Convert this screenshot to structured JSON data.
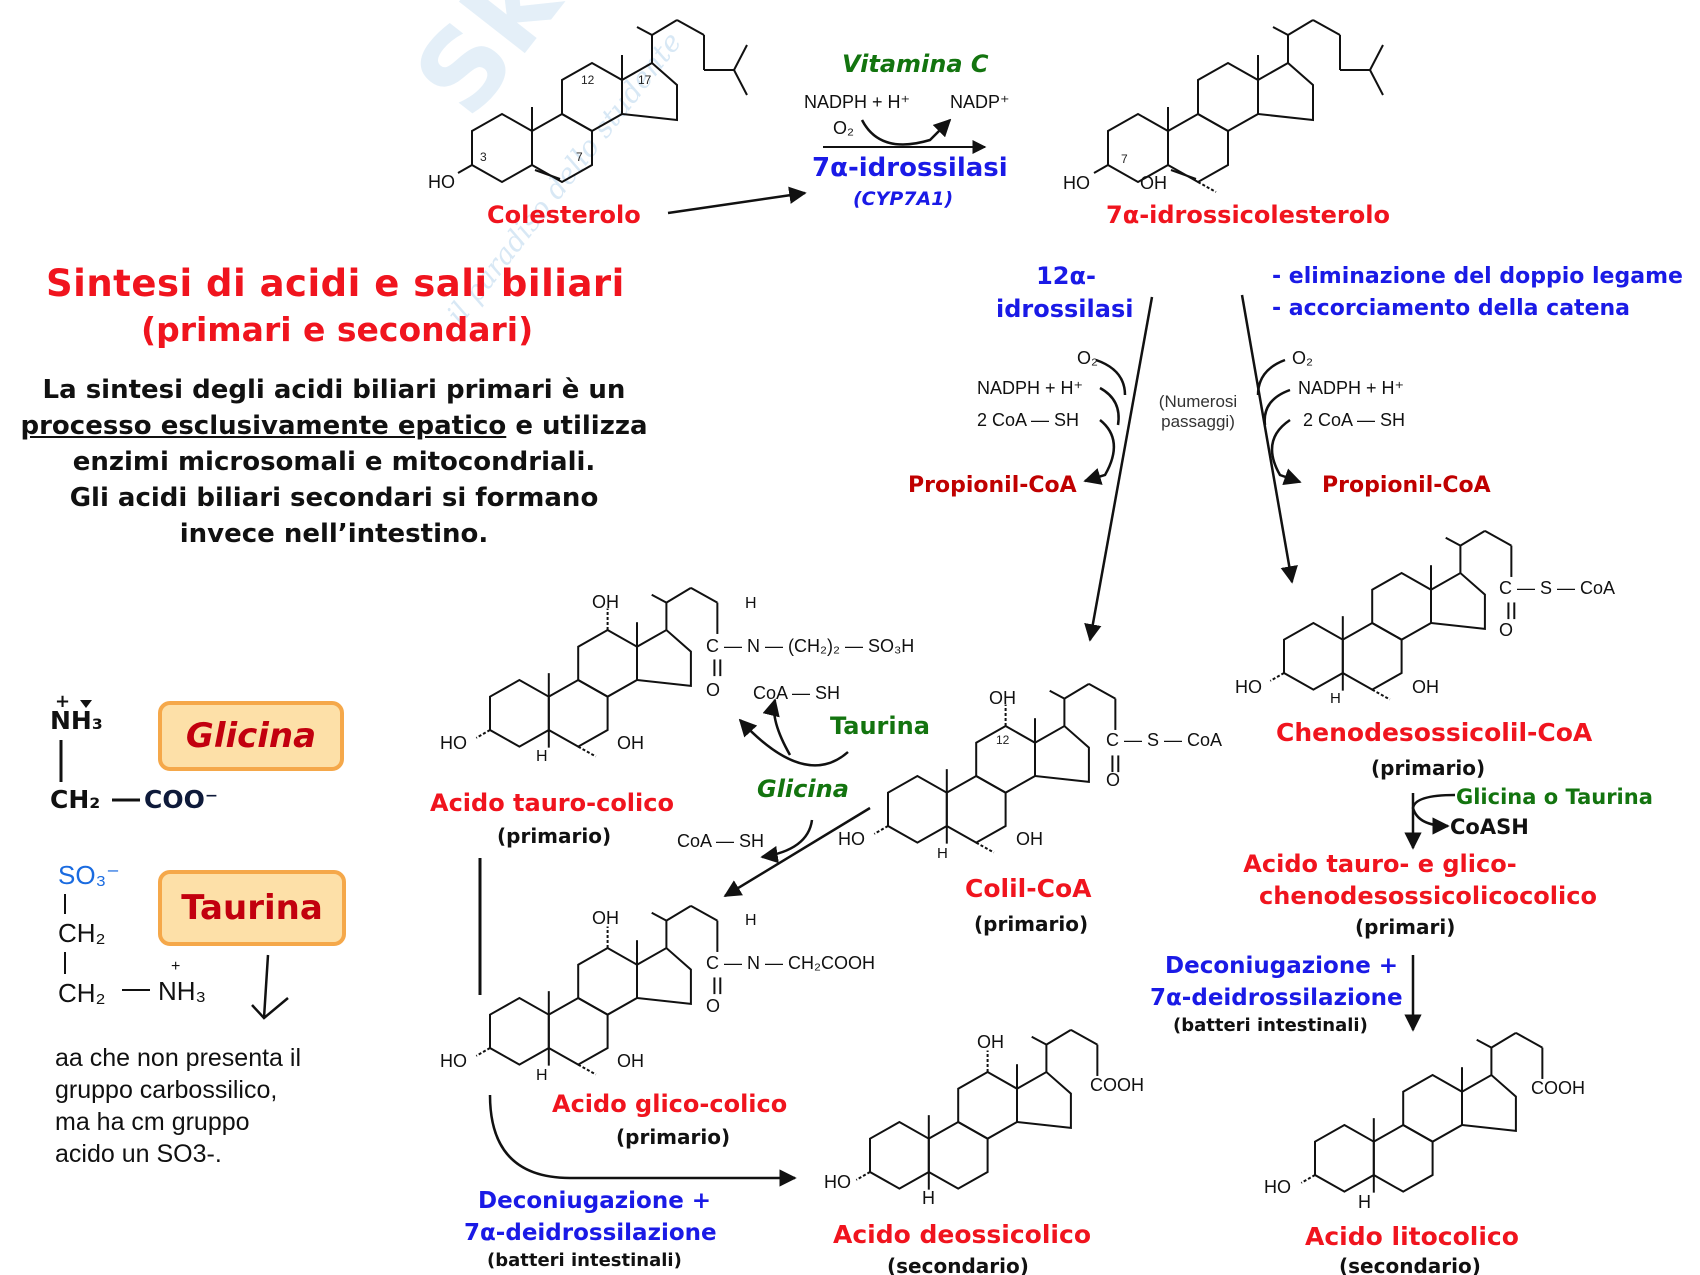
{
  "watermark": {
    "brand": "Skuola.net",
    "tagline": "il paradiso dello studente"
  },
  "title": {
    "line1": "Sintesi di acidi e sali biliari",
    "line2": "(primari e secondari)"
  },
  "intro": {
    "line1": "La sintesi degli acidi biliari primari è un",
    "line2_underlined": "processo esclusivamente epatico",
    "line2_rest": " e utilizza",
    "line3": "enzimi microsomali e mitocondriali.",
    "line4": "Gli acidi biliari secondari si formano",
    "line5": "invece nell’intestino."
  },
  "colors": {
    "compound_name": "#f0141e",
    "enzyme": "#1a1ae6",
    "cofactor": "#13740f",
    "box_fill": "#fde0a8",
    "box_border": "#f5a84a",
    "box_text": "#c2000e"
  },
  "step1": {
    "cofactor": "Vitamina C",
    "reactant_left": "NADPH + H⁺",
    "reactant_o2": "O₂",
    "product_right": "NADP⁺",
    "enzyme": "7α-idrossilasi",
    "enzyme_code": "(CYP7A1)"
  },
  "compounds": {
    "colesterolo": {
      "name": "Colesterolo",
      "atoms": {
        "ho": "HO",
        "n3": "3",
        "n7": "7",
        "n12": "12",
        "n17": "17"
      }
    },
    "idrossicolesterolo": {
      "name": "7α-idrossicolesterolo",
      "atoms": {
        "ho": "HO",
        "oh": "OH",
        "n7": "7"
      }
    },
    "colil_coa": {
      "name": "Colil-CoA",
      "tag": "(primario)",
      "atoms": {
        "ho": "HO",
        "oh7": "OH",
        "oh12": "OH",
        "n12": "12",
        "h": "H",
        "c": "C",
        "s_coa": "— S — CoA",
        "o": "O"
      }
    },
    "chenodesossicolil_coa": {
      "name": "Chenodesossicolil-CoA",
      "tag": "(primario)",
      "atoms": {
        "ho": "HO",
        "oh7": "OH",
        "h": "H",
        "c": "C",
        "s_coa": "— S — CoA",
        "o": "O"
      }
    },
    "tauro_colico": {
      "name": "Acido tauro-colico",
      "tag": "(primario)",
      "atoms": {
        "ho": "HO",
        "oh7": "OH",
        "oh12": "OH",
        "h": "H",
        "c": "C",
        "o": "O",
        "nh_h": "H",
        "chain": "— N — (CH₂)₂ — SO₃H"
      }
    },
    "glico_colico": {
      "name": "Acido glico-colico",
      "tag": "(primario)",
      "atoms": {
        "ho": "HO",
        "oh7": "OH",
        "oh12": "OH",
        "h": "H",
        "c": "C",
        "o": "O",
        "nh_h": "H",
        "chain": "— N — CH₂COOH"
      }
    },
    "tauro_glico_cheno": {
      "name_line1": "Acido tauro- e glico-",
      "name_line2": "chenodesossicolicocolico",
      "tag": "(primari)"
    },
    "deossicolico": {
      "name": "Acido deossicolico",
      "tag": "(secondario)",
      "atoms": {
        "ho": "HO",
        "oh12": "OH",
        "h": "H",
        "cooh": "COOH"
      }
    },
    "litocolico": {
      "name": "Acido litocolico",
      "tag": "(secondario)",
      "atoms": {
        "ho": "HO",
        "h": "H",
        "cooh": "COOH"
      }
    }
  },
  "branch_left": {
    "enzyme_line1": "12α-",
    "enzyme_line2": "idrossilasi",
    "o2": "O₂",
    "nadph": "NADPH + H⁺",
    "coa": "2 CoA — SH",
    "byproduct": "Propionil-CoA",
    "middle_note_line1": "(Numerosi",
    "middle_note_line2": "passaggi)"
  },
  "branch_right": {
    "step_line1": "- eliminazione del doppio legame",
    "step_line2": "- accorciamento della catena",
    "o2": "O₂",
    "nadph": "NADPH + H⁺",
    "coa": "2 CoA — SH",
    "byproduct": "Propionil-CoA"
  },
  "conjugation": {
    "taurina": "Taurina",
    "glicina": "Glicina",
    "coa_sh_top": "CoA — SH",
    "coa_sh_bottom": "CoA — SH",
    "right_reagent": "Glicina o Taurina",
    "right_release": "CoASH"
  },
  "bacterial_step": {
    "line1": "Deconiugazione +",
    "line2": "7α-deidrossilazione",
    "line3": "(batteri intestinali)"
  },
  "amino_acids": {
    "glicina": {
      "label": "Glicina",
      "nh3": "NH₃",
      "plus": "+",
      "ch2": "CH₂",
      "coo": "COO⁻"
    },
    "taurina": {
      "label": "Taurina",
      "so3": "SO₃⁻",
      "ch2a": "CH₂",
      "ch2b": "CH₂",
      "nh3": "NH₃",
      "plus": "+"
    },
    "note_line1": "aa che non presenta il",
    "note_line2": "gruppo carbossilico,",
    "note_line3": "ma ha cm gruppo",
    "note_line4": "acido un SO3-."
  }
}
